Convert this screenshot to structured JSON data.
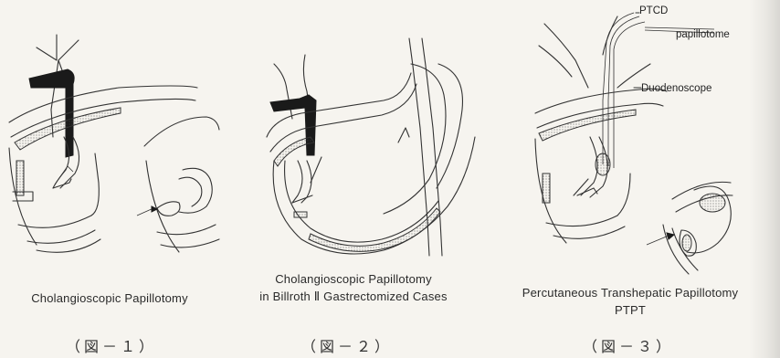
{
  "figures": [
    {
      "title_lines": [
        "Cholangioscopic Papillotomy"
      ],
      "fig_label": "（図－１）"
    },
    {
      "title_lines": [
        "Cholangioscopic Papillotomy",
        "in Billroth Ⅱ Gastrectomized Cases"
      ],
      "fig_label": "（図－２）"
    },
    {
      "title_lines": [
        "Percutaneous Transhepatic Papillotomy",
        "PTPT"
      ],
      "fig_label": "（図－３）"
    }
  ],
  "labels": {
    "ptcd": "PTCD",
    "papillotome": "papillotome",
    "duodenoscope": "Duodenoscope"
  },
  "colors": {
    "ink": "#333333",
    "paper": "#f6f4ef",
    "fill_black": "#1a1a1a"
  }
}
